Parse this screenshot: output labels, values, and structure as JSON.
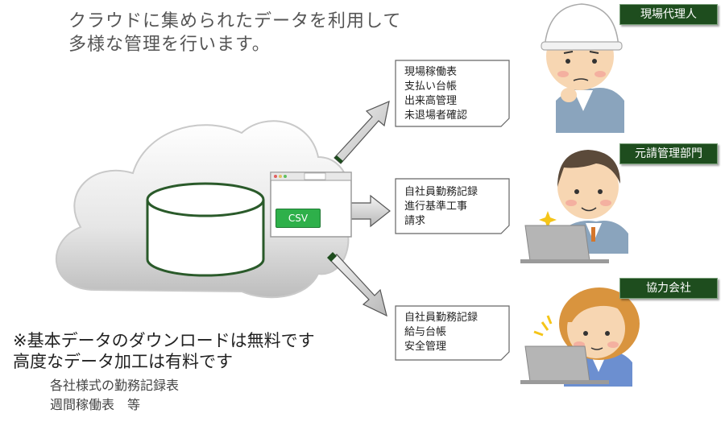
{
  "headline": {
    "line1": "クラウドに集められたデータを利用して",
    "line2": "多様な管理を行います。"
  },
  "csv_label": "CSV",
  "documents": [
    {
      "lines": [
        "現場稼働表",
        "支払い台帳",
        "出来高管理",
        "未退場者確認"
      ]
    },
    {
      "lines": [
        "自社員勤務記録",
        "進行基準工事",
        "請求"
      ]
    },
    {
      "lines": [
        "自社員勤務記録",
        "給与台帳",
        "安全管理"
      ]
    }
  ],
  "roles": [
    {
      "label": "現場代理人",
      "icon": "site-manager-person-icon"
    },
    {
      "label": "元請管理部門",
      "icon": "office-worker-laptop-icon"
    },
    {
      "label": "協力会社",
      "icon": "woman-laptop-icon"
    }
  ],
  "notes": {
    "line1": "※基本データのダウンロードは無料です",
    "line2": "高度なデータ加工は有料です",
    "sub1": "各社様式の勤務記録表",
    "sub2": "週間稼働表　等"
  },
  "colors": {
    "dark_green": "#1e4d1e",
    "csv_green": "#2eb04a",
    "cylinder_stroke": "#2a5a2a"
  }
}
